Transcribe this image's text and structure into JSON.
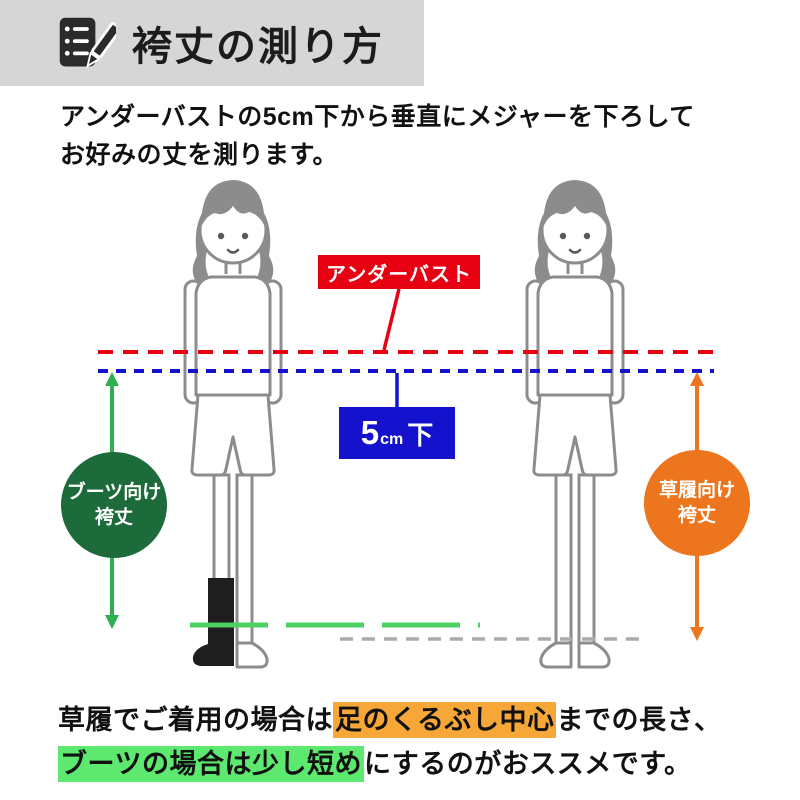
{
  "header": {
    "title": "袴丈の測り方",
    "icon": "memo-pencil-icon",
    "band_color": "#d6d6d6"
  },
  "intro": {
    "line1": "アンダーバストの5cm下から垂直にメジャーを下ろして",
    "line2": "お好みの丈を測ります。"
  },
  "diagram": {
    "underbust_label": "アンダーバスト",
    "below_label": {
      "num": "5",
      "unit": "cm",
      "suffix": "下"
    },
    "boots_circle": {
      "line1": "ブーツ向け",
      "line2": "袴丈"
    },
    "zori_circle": {
      "line1": "草履向け",
      "line2": "袴丈"
    },
    "colors": {
      "underbust_red": "#e60012",
      "below_blue": "#1412cd",
      "boots_badge_green": "#1d6b3a",
      "boots_arrow_green": "#2fae52",
      "boots_ankle_line_green": "#4ccf63",
      "zori_orange": "#ed751d",
      "ankle_line_gray": "#ababab",
      "figure_gray": "#8c8c8c"
    }
  },
  "footer": {
    "seg1": "草履でご着用の場合は",
    "seg2": "足のくるぶし中心",
    "seg3": "までの長さ、",
    "seg4": "ブーツの場合は少し短め",
    "seg5": "にするのがおススメです。",
    "highlight_orange": "#f6a738",
    "highlight_green": "#5de96f"
  }
}
